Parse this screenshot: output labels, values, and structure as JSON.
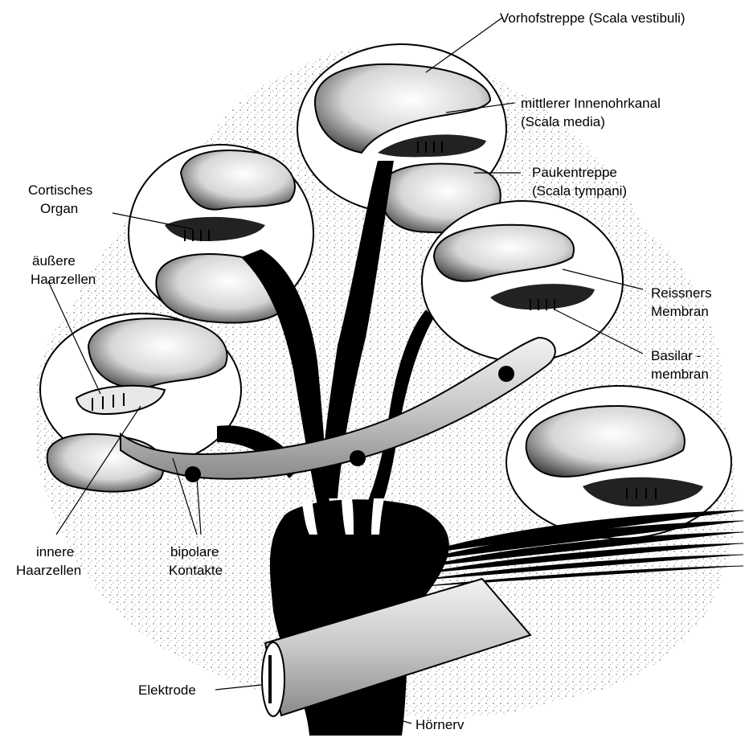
{
  "labels": {
    "scala_vestibuli": "Vorhofstreppe (Scala vestibuli)",
    "scala_media_1": "mittlerer Innenohrkanal",
    "scala_media_2": "(Scala media)",
    "scala_tympani_1": "Paukentreppe",
    "scala_tympani_2": "(Scala tympani)",
    "corti_1": "Cortisches",
    "corti_2": "Organ",
    "outer_hair_1": "äußere",
    "outer_hair_2": "Haarzellen",
    "reissner_1": "Reissners",
    "reissner_2": "Membran",
    "basilar_1": "Basilar -",
    "basilar_2": "membran",
    "inner_hair_1": "innere",
    "inner_hair_2": "Haarzellen",
    "bipolar_1": "bipolare",
    "bipolar_2": "Kontakte",
    "electrode": "Elektrode",
    "nerve": "Hörnerv"
  },
  "colors": {
    "ink": "#000000",
    "paper": "#ffffff",
    "stipple": "#bdbdbd"
  }
}
